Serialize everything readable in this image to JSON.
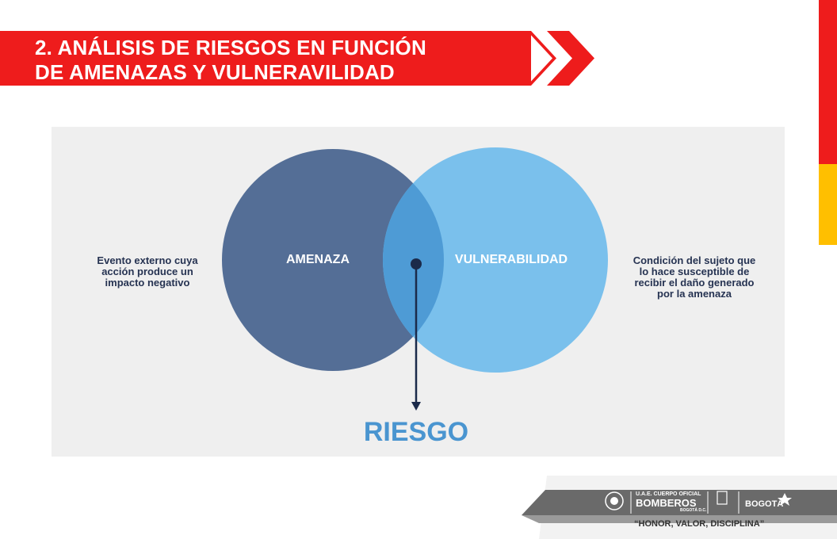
{
  "header": {
    "title_line1": "2. ANÁLISIS DE RIESGOS EN FUNCIÓN",
    "title_line2": "DE AMENAZAS Y VULNERAVILIDAD"
  },
  "diagram": {
    "left_circle_label": "AMENAZA",
    "right_circle_label": "VULNERABILIDAD",
    "left_desc": [
      "Evento externo cuya",
      "acción produce un",
      "impacto negativo"
    ],
    "right_desc": [
      "Condición del sujeto que",
      "lo hace susceptible de",
      "recibir el daño generado",
      "por la amenaza"
    ],
    "result_label": "RIESGO",
    "colors": {
      "left_circle": "#546e96",
      "right_circle": "#7ac0ec",
      "intersection": "#4e9bd5",
      "arrow": "#1b2a4a",
      "result_text": "#4a95d0",
      "desc_text": "#263352"
    }
  },
  "footer": {
    "org_line1": "U.A.E. CUERPO OFICIAL",
    "org_line2": "BOMBEROS",
    "org_line3": "BOGOTÁ D.C.",
    "city_logo": "BOGOTÁ",
    "motto": "“HONOR, VALOR, DISCIPLINA”"
  },
  "brand_colors": {
    "red": "#ee1c1c",
    "yellow": "#ffbf00"
  }
}
